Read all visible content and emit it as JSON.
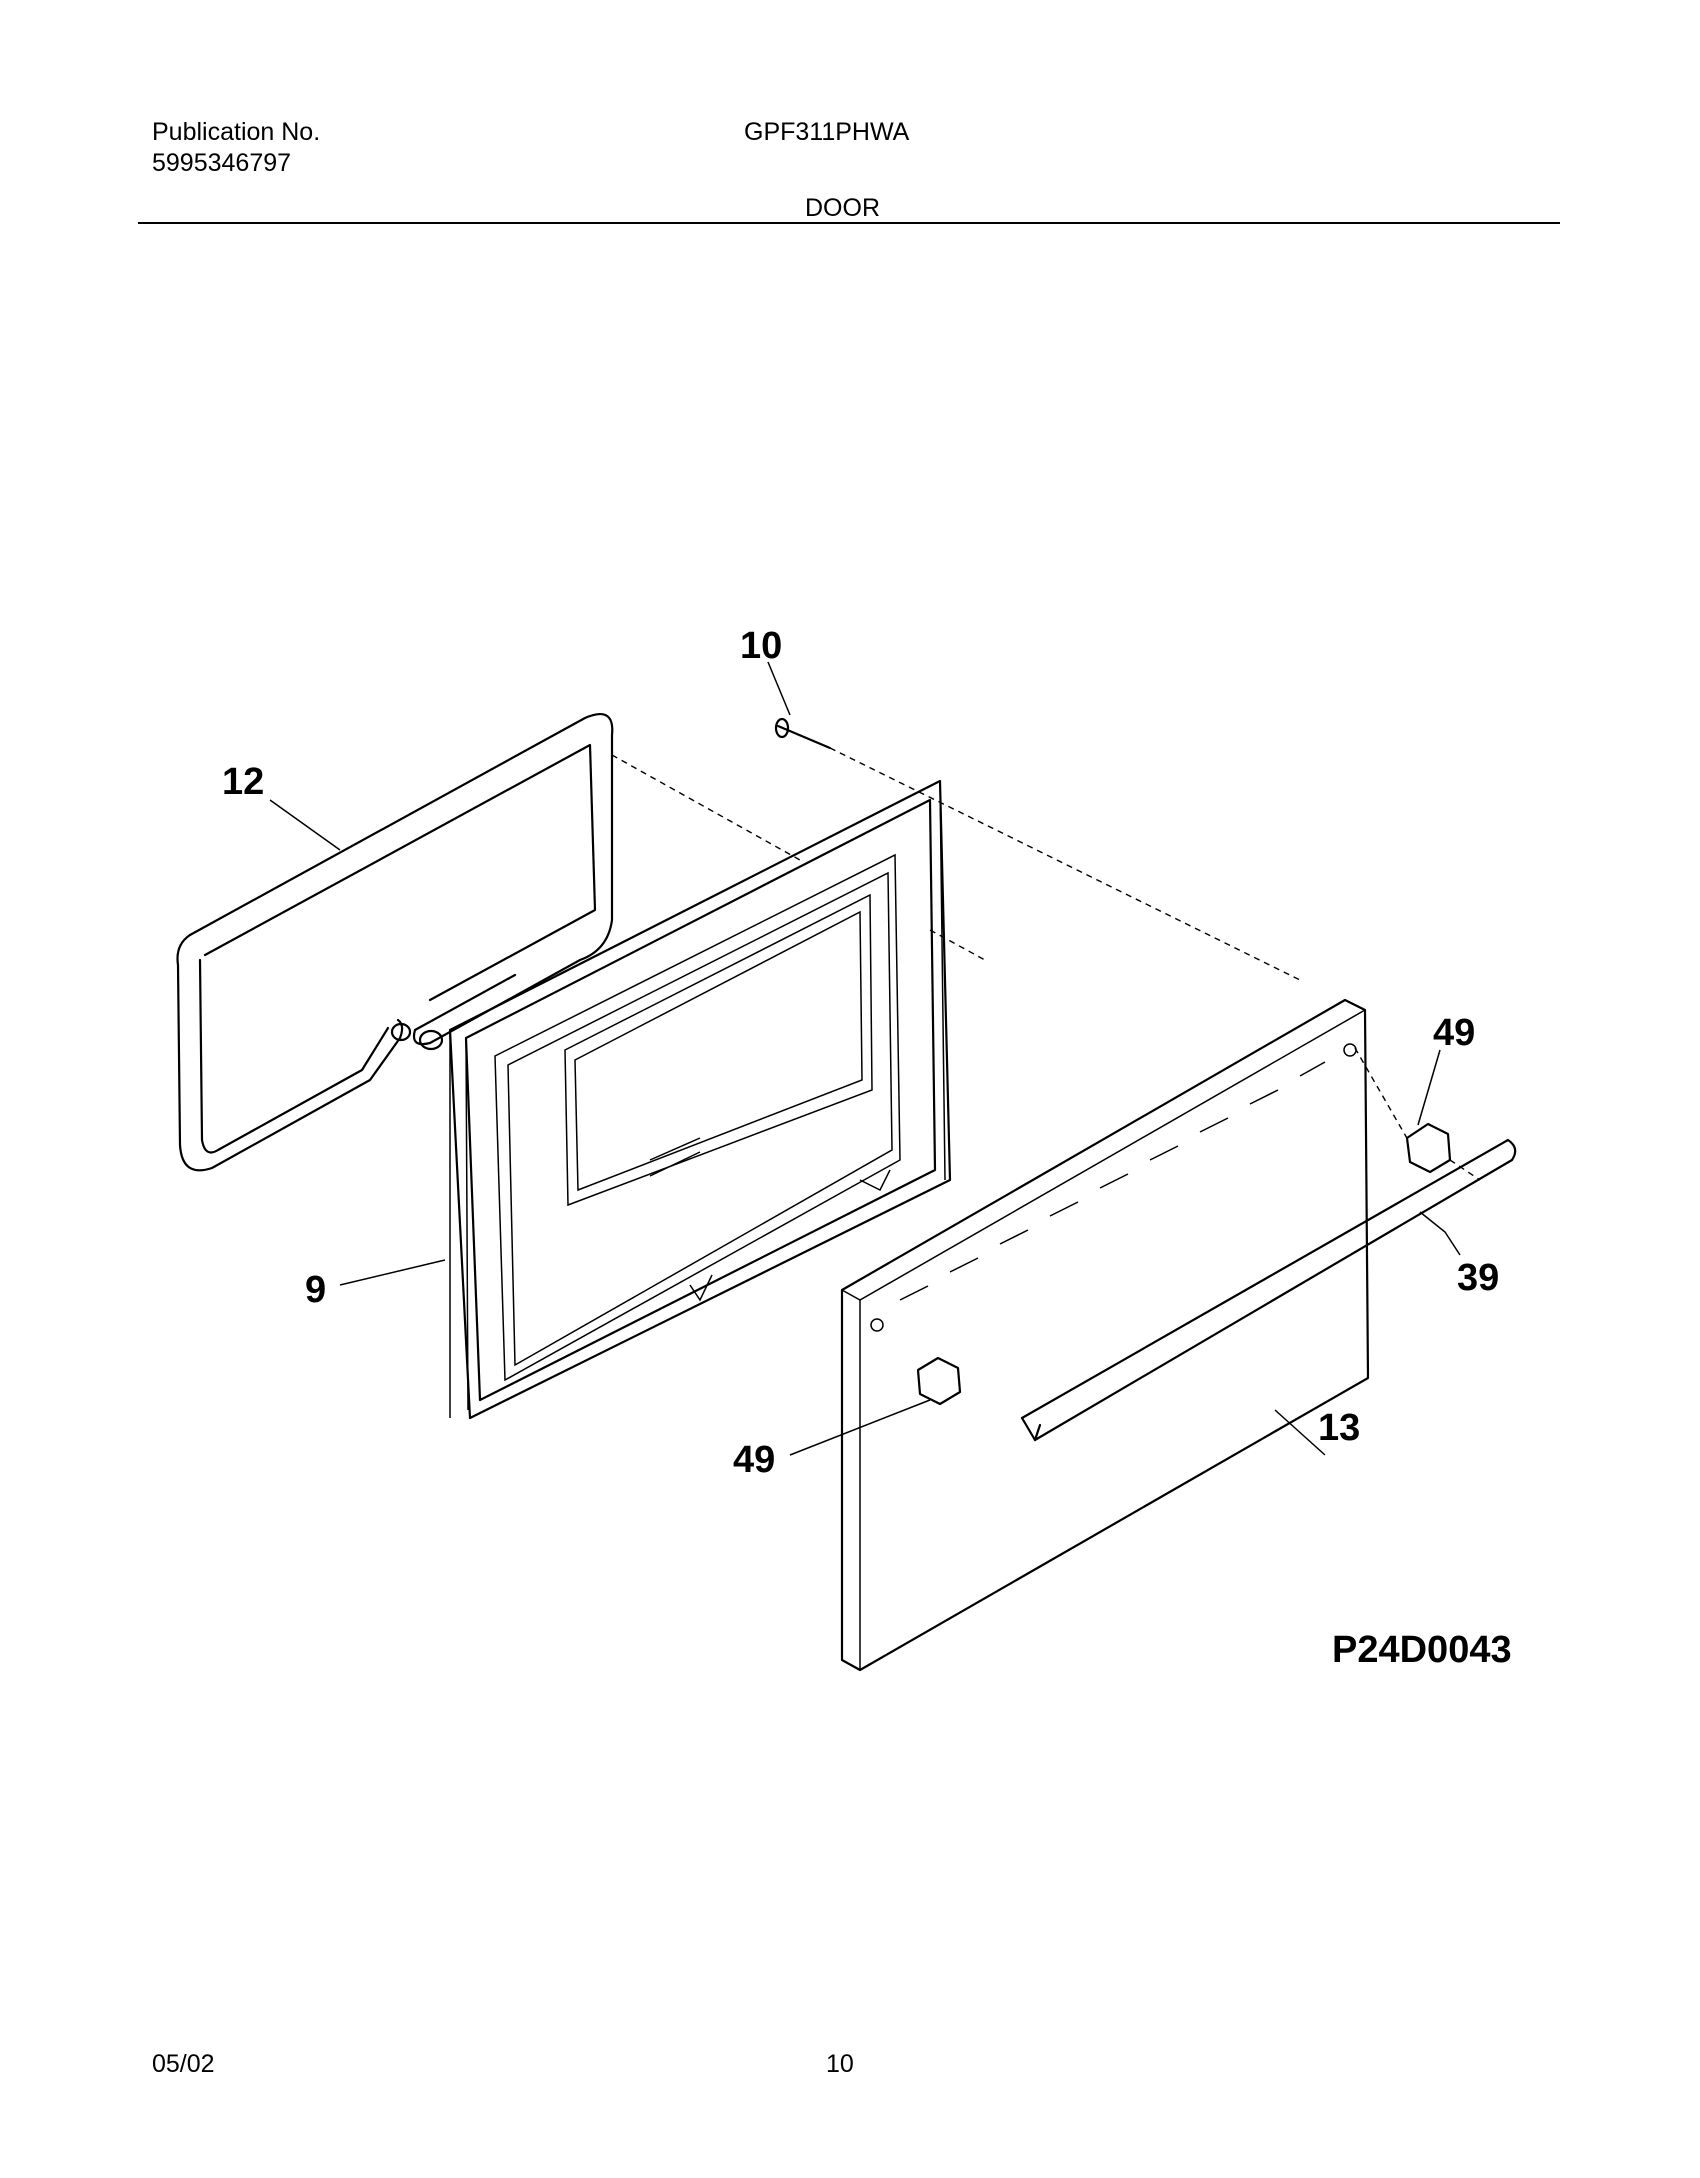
{
  "header": {
    "publication_label": "Publication No.",
    "publication_number": "5995346797",
    "model": "GPF311PHWA",
    "section": "DOOR"
  },
  "diagram": {
    "callouts": {
      "screw": "10",
      "gasket": "12",
      "inner_door": "9",
      "outer_panel": "13",
      "handle": "39",
      "end_cap_right": "49",
      "end_cap_left": "49"
    },
    "figure_id": "P24D0043"
  },
  "footer": {
    "date": "05/02",
    "page": "10"
  }
}
